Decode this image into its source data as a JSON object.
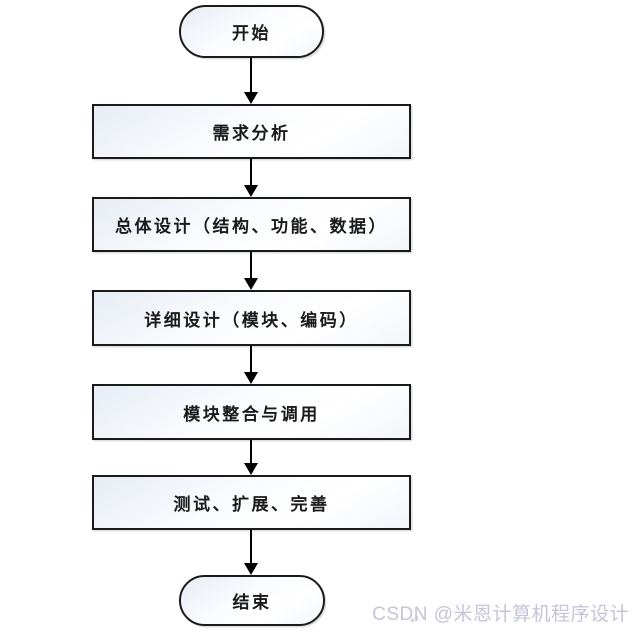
{
  "flowchart": {
    "type": "flowchart",
    "direction": "top-to-bottom",
    "nodes": [
      {
        "id": "start",
        "shape": "terminator",
        "label": "开始"
      },
      {
        "id": "requirements",
        "shape": "process",
        "label": "需求分析"
      },
      {
        "id": "overall-design",
        "shape": "process",
        "label": "总体设计（结构、功能、数据）"
      },
      {
        "id": "detailed-design",
        "shape": "process",
        "label": "详细设计（模块、编码）"
      },
      {
        "id": "module-integration",
        "shape": "process",
        "label": "模块整合与调用"
      },
      {
        "id": "testing",
        "shape": "process",
        "label": "测试、扩展、完善"
      },
      {
        "id": "end",
        "shape": "terminator",
        "label": "结束"
      }
    ],
    "edges": [
      {
        "from": "start",
        "to": "requirements"
      },
      {
        "from": "requirements",
        "to": "overall-design"
      },
      {
        "from": "overall-design",
        "to": "detailed-design"
      },
      {
        "from": "detailed-design",
        "to": "module-integration"
      },
      {
        "from": "module-integration",
        "to": "testing"
      },
      {
        "from": "testing",
        "to": "end"
      }
    ]
  },
  "watermark": {
    "text": "CSDN @米恩计算机程序设计",
    "paragraph_mark": "↵"
  },
  "colors": {
    "node_border": "#1a1a1a",
    "node_fill_top": "#e7ecf5",
    "node_fill_bottom": "#ffffff",
    "arrow": "#000000",
    "node_text": "#1a1a1a",
    "watermark": "#c5c4d8",
    "background": "#ffffff"
  }
}
